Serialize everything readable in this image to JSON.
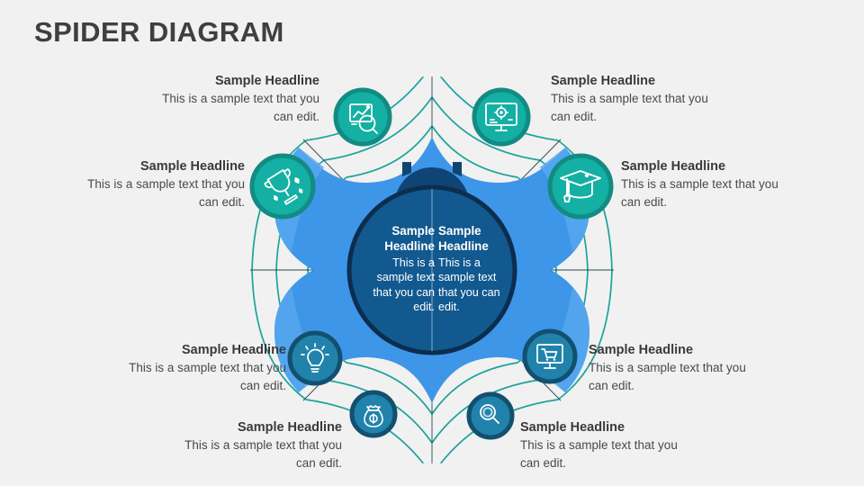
{
  "slide": {
    "title": "SPIDER DIAGRAM",
    "background_color": "#f1f1f1",
    "title_color": "#3f3f3f"
  },
  "colors": {
    "web_blue": "#3d96e8",
    "web_blue_light": "#56a8ef",
    "center_navy": "#11598f",
    "center_ring": "#0d2d4e",
    "spider_body": "#0f4575",
    "teal_icon": "#13b0a3",
    "teal_ring": "#128b83",
    "blue_icon": "#2183ab",
    "blue_ring": "#13506f",
    "web_line": "#1ba39b",
    "spoke_line": "#234a52",
    "headline": "#3a3a3a",
    "body_text": "#4a4a4a"
  },
  "center": {
    "left": {
      "headline": "Sample Headline",
      "body": "This is a sample text that you can edit."
    },
    "right": {
      "headline": "Sample Headline",
      "body": "This is a sample text that you can edit."
    }
  },
  "nodes": [
    {
      "id": "top-left-inner",
      "icon": "chart-analysis-icon",
      "icon_style": "teal",
      "headline": "Sample Headline",
      "body": "This is a sample text that you can edit.",
      "align": "left-side"
    },
    {
      "id": "top-right-inner",
      "icon": "monitor-gear-icon",
      "icon_style": "teal",
      "headline": "Sample Headline",
      "body": "This is a sample text that you can edit.",
      "align": "right-side"
    },
    {
      "id": "mid-left",
      "icon": "trophy-icon",
      "icon_style": "teal",
      "headline": "Sample Headline",
      "body": "This is a sample text that you can edit.",
      "align": "left-side"
    },
    {
      "id": "mid-right",
      "icon": "graduation-cap-icon",
      "icon_style": "teal",
      "headline": "Sample Headline",
      "body": "This is a sample text that you can edit.",
      "align": "right-side"
    },
    {
      "id": "lower-left",
      "icon": "lightbulb-icon",
      "icon_style": "blue",
      "headline": "Sample Headline",
      "body": "This is a sample text that you can edit.",
      "align": "left-side"
    },
    {
      "id": "lower-right",
      "icon": "monitor-cart-icon",
      "icon_style": "blue",
      "headline": "Sample Headline",
      "body": "This is a sample text that you can edit.",
      "align": "right-side"
    },
    {
      "id": "bottom-left",
      "icon": "money-bag-icon",
      "icon_style": "blue",
      "headline": "Sample Headline",
      "body": "This is a sample text that you can edit.",
      "align": "left-side"
    },
    {
      "id": "bottom-right",
      "icon": "magnifier-icon",
      "icon_style": "blue",
      "headline": "Sample Headline",
      "body": "This is a sample text that you can edit.",
      "align": "right-side"
    }
  ]
}
